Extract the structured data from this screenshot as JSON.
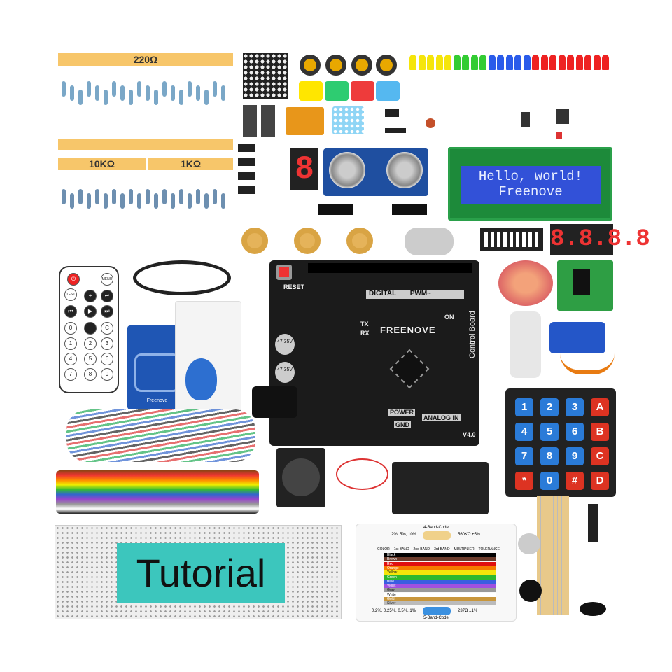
{
  "resistors": {
    "r220": "220Ω",
    "r10k": "10KΩ",
    "r1k": "1KΩ"
  },
  "lcd": {
    "line1": "Hello, world!",
    "line2": "Freenove"
  },
  "seven_segment": {
    "single": "8",
    "quad": "8.8.8.8"
  },
  "board": {
    "reset": "RESET",
    "digital": "DIGITAL",
    "pwm": "PWM~",
    "brand": "FREENOVE",
    "name": "Control Board",
    "on": "ON",
    "tx": "TX",
    "rx": "RX",
    "power": "POWER",
    "gnd": "GND",
    "analog": "ANALOG IN",
    "version": "V4.0",
    "cap": "47 35V"
  },
  "remote": {
    "keys": [
      "⏻",
      "MENU",
      "TEST",
      "+",
      "↩",
      "⏮",
      "▶",
      "⏭",
      "0",
      "−",
      "C",
      "1",
      "2",
      "3",
      "4",
      "5",
      "6",
      "7",
      "8",
      "9"
    ]
  },
  "rfid": {
    "brand": "Freenove"
  },
  "keypad": {
    "keys": [
      "1",
      "2",
      "3",
      "A",
      "4",
      "5",
      "6",
      "B",
      "7",
      "8",
      "9",
      "C",
      "*",
      "0",
      "#",
      "D"
    ]
  },
  "breadboard": {
    "label": "Tutorial"
  },
  "color_card": {
    "top_title": "4-Band-Code",
    "top_left": "2%, 5%, 10%",
    "top_right": "560KΩ ±5%",
    "bottom_title": "5-Band-Code",
    "bottom_left": "0.2%, 0.25%, 0.5%, 1%",
    "bottom_right": "237Ω ±1%",
    "headers": [
      "COLOR",
      "1st BAND",
      "2nd BAND",
      "3rd BAND",
      "MULTIPLIER",
      "TOLERANCE"
    ],
    "rows": [
      {
        "name": "Black",
        "color": "#000000"
      },
      {
        "name": "Brown",
        "color": "#6b3a2a"
      },
      {
        "name": "Red",
        "color": "#e01010"
      },
      {
        "name": "Orange",
        "color": "#f57c00"
      },
      {
        "name": "Yellow",
        "color": "#f5e50a"
      },
      {
        "name": "Green",
        "color": "#2eb82e"
      },
      {
        "name": "Blue",
        "color": "#3a5ee0"
      },
      {
        "name": "Violet",
        "color": "#a050e0"
      },
      {
        "name": "Gray",
        "color": "#999999"
      },
      {
        "name": "White",
        "color": "#ffffff"
      },
      {
        "name": "Gold",
        "color": "#c8963c"
      },
      {
        "name": "Silver",
        "color": "#bbbbbb"
      }
    ]
  }
}
